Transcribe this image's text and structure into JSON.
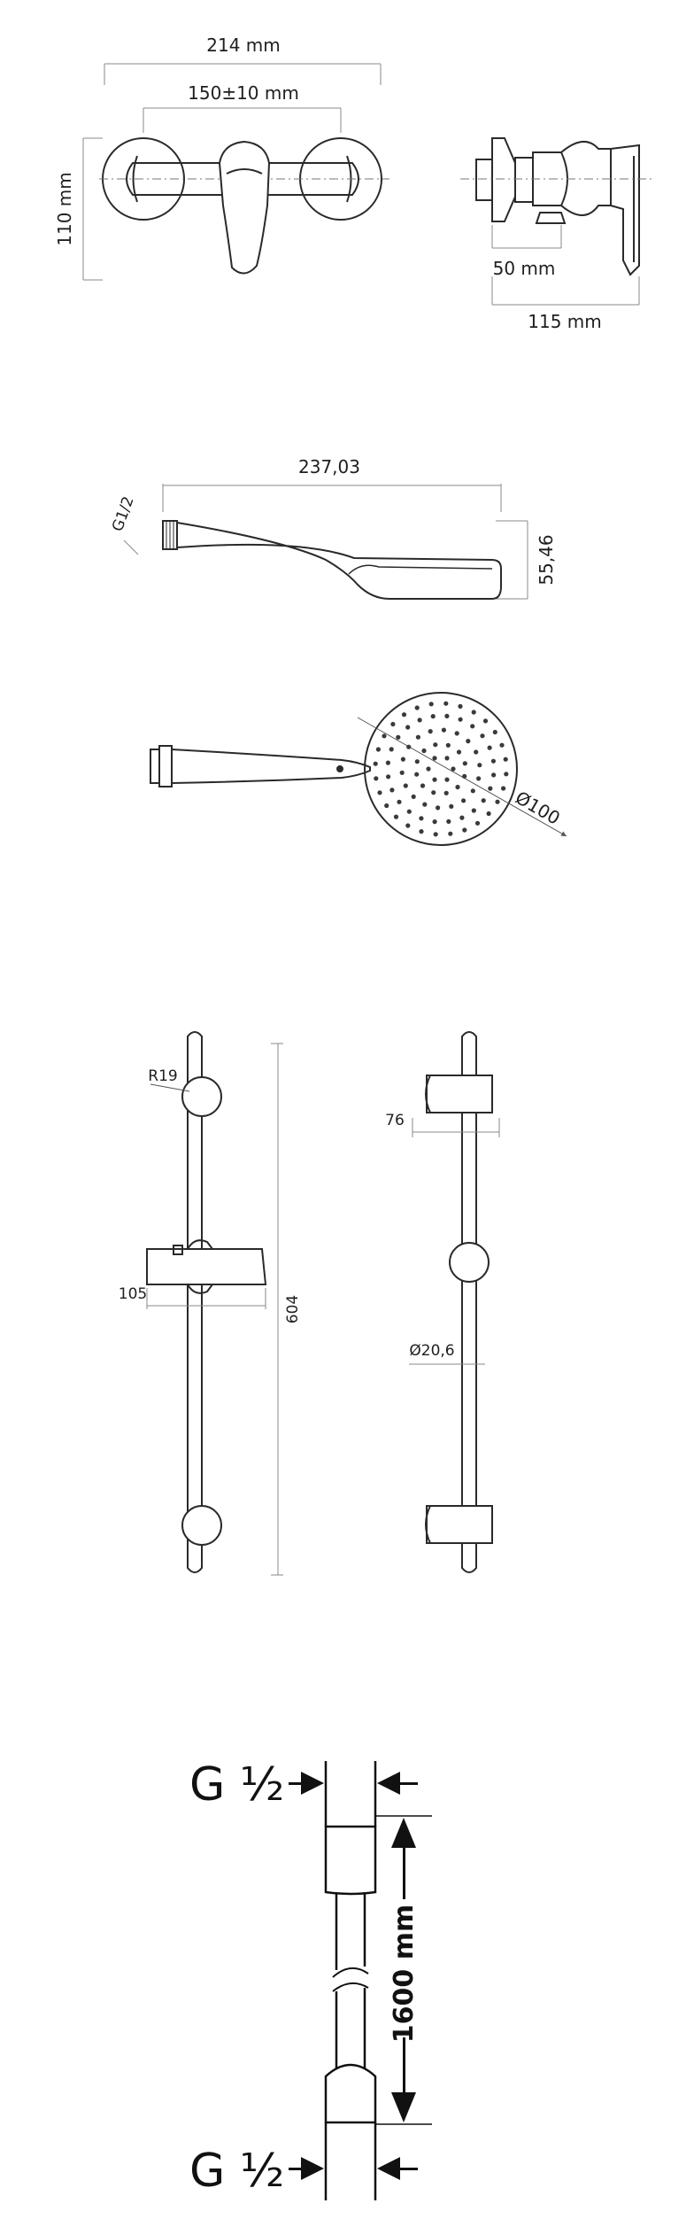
{
  "mixer": {
    "width_label": "214 mm",
    "centers_label": "150±10 mm",
    "height_label": "110 mm",
    "offset_label": "50 mm",
    "depth_label": "115 mm"
  },
  "hand_shower": {
    "length_label": "237,03",
    "thread_label": "G1/2",
    "height_label": "55,46",
    "diameter_label": "Ø100"
  },
  "rail": {
    "radius_label": "R19",
    "holder_label": "105",
    "length_label": "604",
    "bracket_label": "76",
    "tube_label": "Ø20,6"
  },
  "hose": {
    "thread_top_label": "G ½",
    "thread_bottom_label": "G ½",
    "length_label": "1600 mm"
  }
}
